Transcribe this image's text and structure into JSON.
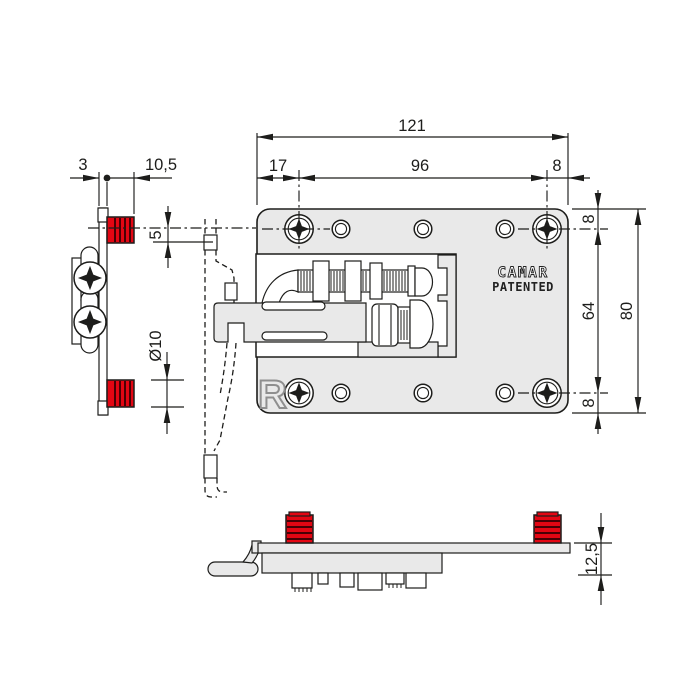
{
  "drawing": {
    "front": {
      "brand": "CAMAR",
      "patent_label": "PATENTED",
      "orientation_letter": "R"
    },
    "dims": {
      "total_width": "121",
      "hole_offset_left": "17",
      "hole_spacing_horizontal": "96",
      "hole_offset_right": "8",
      "plate_thickness": "3",
      "dowel_protrusion": "10,5",
      "axis_offset": "5",
      "dowel_diameter": "Ø10",
      "hole_offset_top": "8",
      "hole_spacing_vertical": "64",
      "hole_offset_bottom": "8",
      "total_height": "80",
      "profile_height": "12,5"
    },
    "colors": {
      "dowel_red": "#e30613",
      "line": "#1d1d1b",
      "plate_gray": "#e9e9e9",
      "letter_gray": "#8f8f8f"
    }
  }
}
